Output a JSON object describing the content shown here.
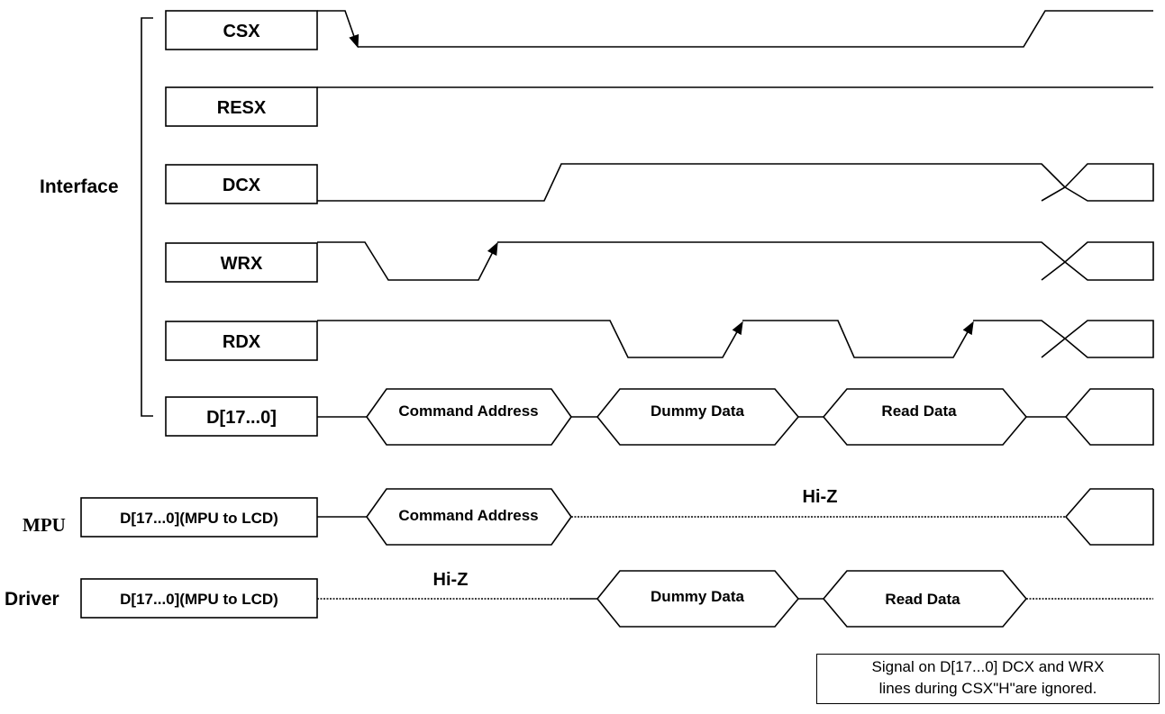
{
  "interface_label": "Interface",
  "signals": [
    {
      "name": "CSX"
    },
    {
      "name": "RESX"
    },
    {
      "name": "DCX"
    },
    {
      "name": "WRX"
    },
    {
      "name": "RDX"
    },
    {
      "name": "D[17...0]"
    }
  ],
  "bus_segments": {
    "command_address": "Command Address",
    "dummy_data": "Dummy Data",
    "read_data": "Read Data"
  },
  "mpu": {
    "side_label": "MPU",
    "signal": "D[17...0](MPU to LCD)",
    "hiz": "Hi-Z",
    "command_address": "Command Address"
  },
  "driver": {
    "side_label": "Driver",
    "signal": "D[17...0](MPU to LCD)",
    "hiz": "Hi-Z",
    "dummy_data": "Dummy Data",
    "read_data": "Read Data"
  },
  "note": {
    "line1": "Signal on D[17...0] DCX and WRX",
    "line2": "lines during CSX\"H\"are ignored."
  }
}
